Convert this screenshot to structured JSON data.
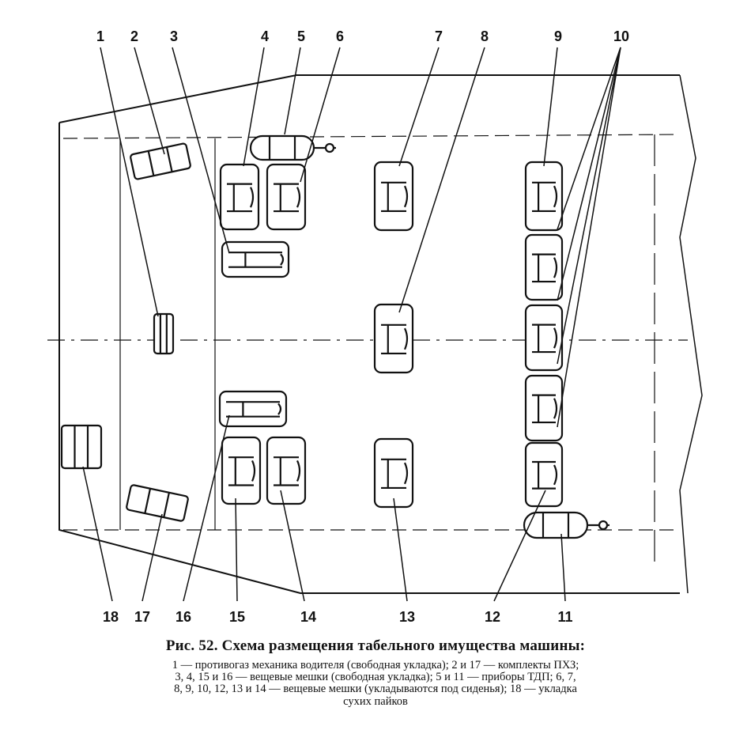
{
  "figure": {
    "callout_numbers": [
      "1",
      "2",
      "3",
      "4",
      "5",
      "6",
      "7",
      "8",
      "9",
      "10",
      "11",
      "12",
      "13",
      "14",
      "15",
      "16",
      "17",
      "18"
    ]
  },
  "caption": {
    "title": "Рис. 52. Схема размещения табельного имущества машины:",
    "lines": [
      "1 — противогаз механика водителя (свободная укладка); 2 и 17 — комплекты ПХЗ;",
      "3, 4, 15 и 16 — вещевые мешки (свободная укладка); 5 и 11 — приборы ТДП; 6, 7,",
      "8, 9, 10, 12, 13 и 14 — вещевые мешки (укладываются под сиденья); 18 — укладка",
      "сухих пайков"
    ]
  }
}
